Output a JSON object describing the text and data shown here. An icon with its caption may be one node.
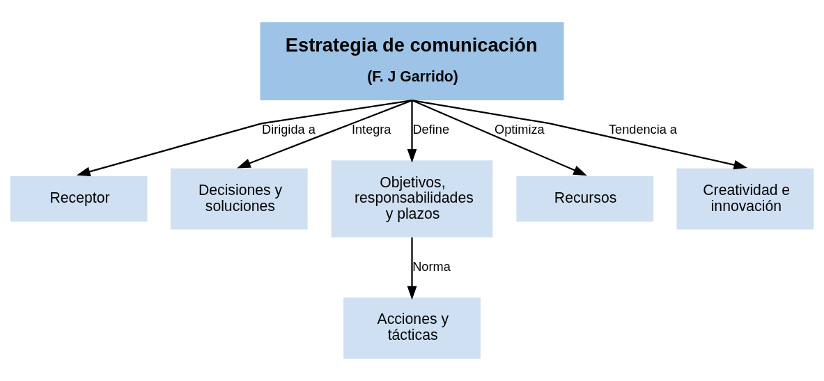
{
  "diagram": {
    "nodes": [
      {
        "text": [
          "Estrategia de comunicación",
          "(F. J Garrido)"
        ]
      },
      {
        "text": [
          "Receptor"
        ]
      },
      {
        "text": [
          "Decisiones y soluciones"
        ]
      },
      {
        "text": [
          "Objetivos, responsabilidades y plazos"
        ]
      },
      {
        "text": [
          "Recursos"
        ]
      },
      {
        "text": [
          "Creatividad e innovación"
        ]
      },
      {
        "text": [
          "Acciones y tácticas"
        ]
      }
    ],
    "edges": [
      {
        "from": 0,
        "to": 1,
        "arrow": "to",
        "label": "Dirigida a"
      },
      {
        "from": 0,
        "to": 2,
        "arrow": "to",
        "label": "Integra"
      },
      {
        "from": 0,
        "to": 3,
        "arrow": "to",
        "label": "Define"
      },
      {
        "from": 0,
        "to": 4,
        "arrow": "to",
        "label": "Optimiza"
      },
      {
        "from": 0,
        "to": 5,
        "arrow": "to",
        "label": "Tendencia a"
      },
      {
        "from": 3,
        "to": 6,
        "arrow": "to",
        "label": "Norma"
      }
    ]
  }
}
